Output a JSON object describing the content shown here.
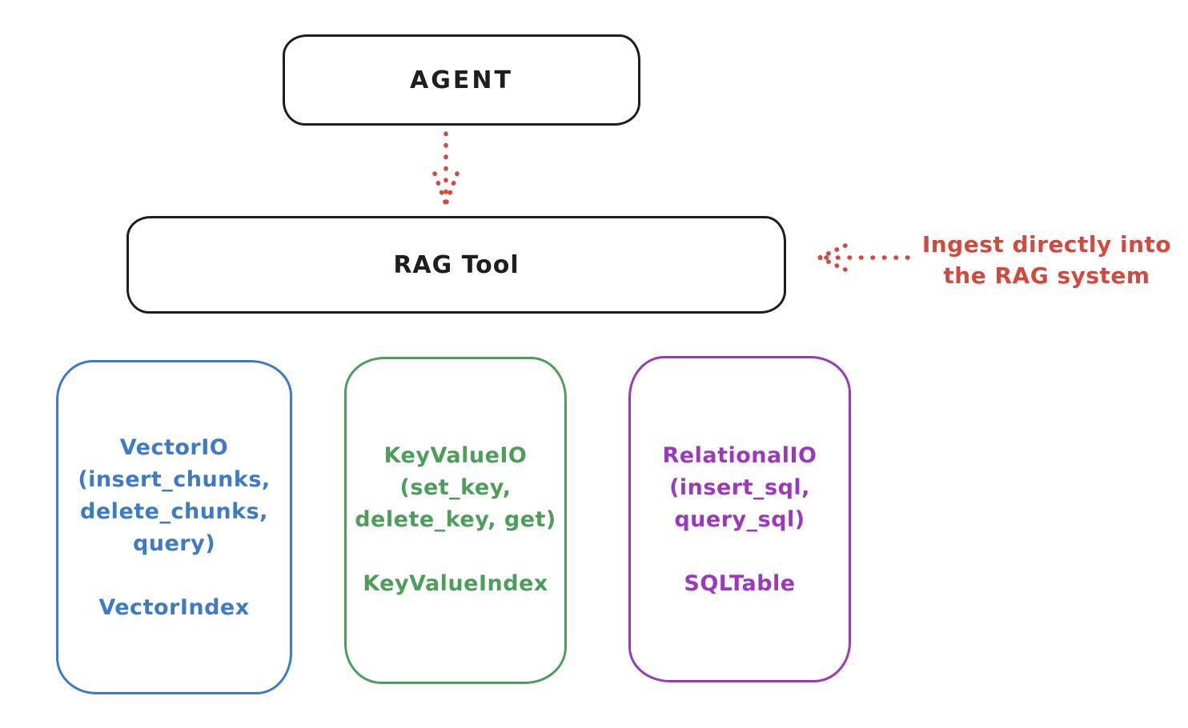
{
  "diagram": {
    "agent_box": {
      "label": "AGENT"
    },
    "rag_tool_box": {
      "label": "RAG Tool"
    },
    "agent_to_rag_arrow": {
      "style": "dotted",
      "direction": "down",
      "color": "#d3493e"
    },
    "annotation": {
      "line1": "Ingest directly into",
      "line2": "the RAG system",
      "color": "#d3493e",
      "arrow_style": "dotted",
      "arrow_direction": "left"
    },
    "io_boxes": [
      {
        "name": "vector-io",
        "color": "#3d7bc4",
        "lines": [
          "VectorIO",
          "(insert_chunks,",
          "delete_chunks,",
          "query)"
        ],
        "index_label": "VectorIndex"
      },
      {
        "name": "keyvalue-io",
        "color": "#4d9e58",
        "lines": [
          "KeyValueIO",
          "(set_key,",
          "delete_key, get)"
        ],
        "index_label": "KeyValueIndex"
      },
      {
        "name": "relational-io",
        "color": "#9c38bd",
        "lines": [
          "RelationalIO",
          "(insert_sql,",
          "query_sql)"
        ],
        "index_label": "SQLTable"
      }
    ],
    "colors": {
      "stroke_black": "#1e1e1e",
      "red": "#d3493e",
      "blue": "#3d7bc4",
      "green": "#4d9e58",
      "purple": "#9c38bd",
      "background": "#ffffff"
    }
  }
}
